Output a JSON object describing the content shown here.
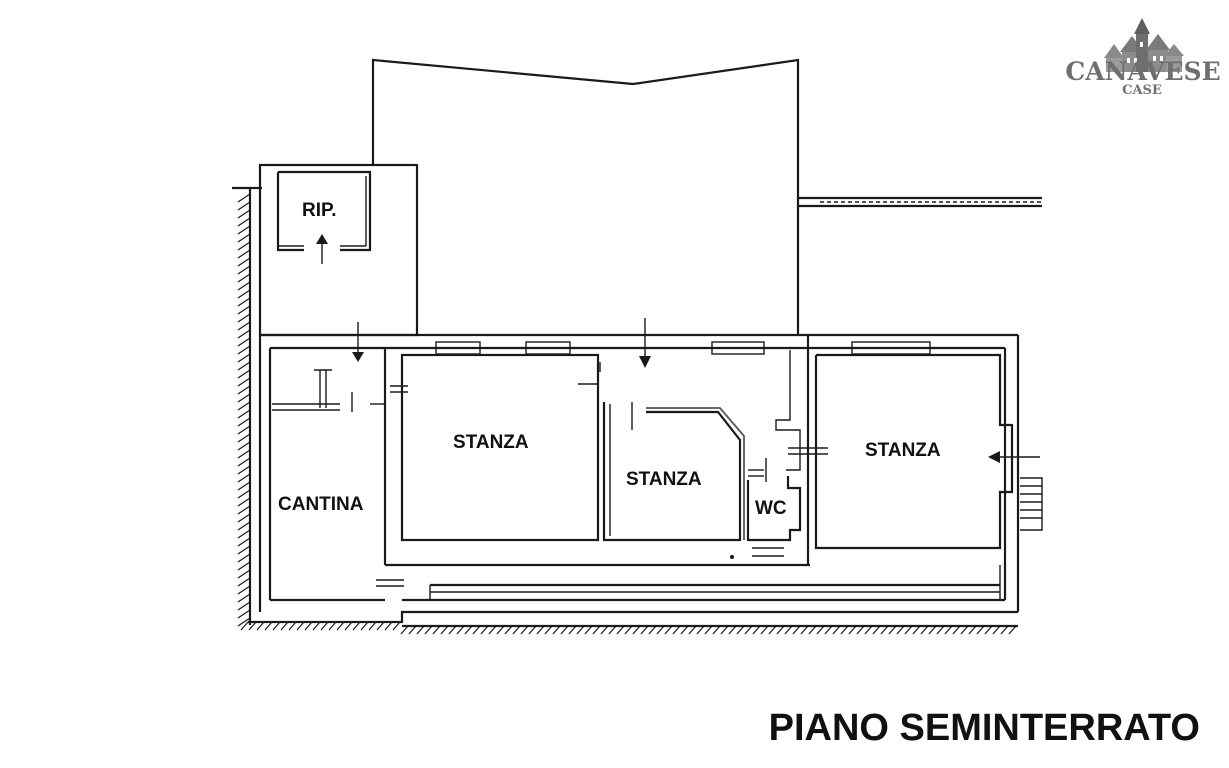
{
  "logo": {
    "name": "CANAVESE",
    "subtitle": "CASE"
  },
  "rooms": {
    "rip": "RIP.",
    "stanza_left": "STANZA",
    "stanza_middle": "STANZA",
    "stanza_right": "STANZA",
    "wc": "WC",
    "cantina": "CANTINA"
  },
  "floor_title": "PIANO SEMINTERRATO",
  "colors": {
    "lines": "#1a1a1a",
    "logo": "#6f6f6f",
    "background": "#ffffff"
  }
}
